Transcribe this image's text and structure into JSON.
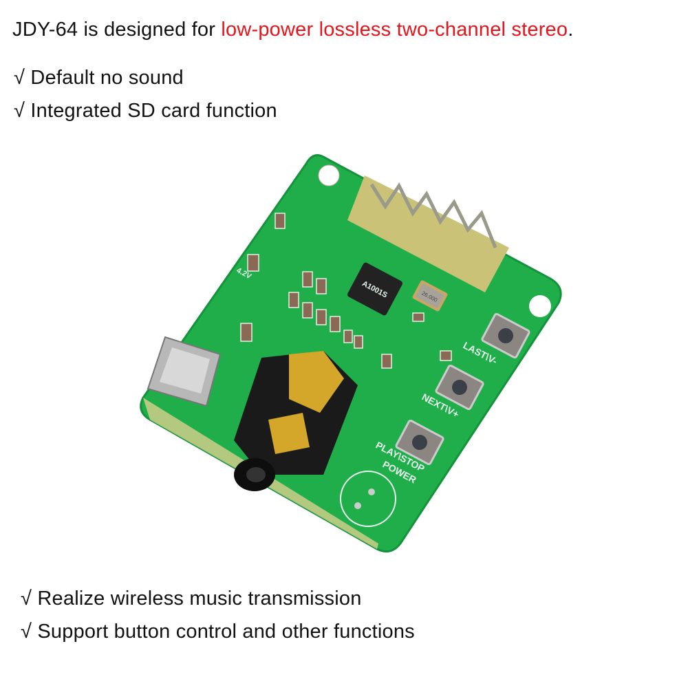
{
  "headline": {
    "prefix": "JDY-64 is designed for ",
    "highlight": "low-power lossless two-channel stereo",
    "suffix": ".",
    "highlight_color": "#e8141b"
  },
  "features_top": [
    {
      "check": "√",
      "text": "Default no sound"
    },
    {
      "check": "√",
      "text": "Integrated SD card function"
    }
  ],
  "features_bottom": [
    {
      "check": "√",
      "text": "Realize wireless music transmission"
    },
    {
      "check": "√",
      "text": "Support button control and other functions"
    }
  ],
  "board": {
    "pcb_color": "#1fae4a",
    "buttons": [
      "LAST\\V-",
      "NEXT\\V+",
      "PLAY\\STOP",
      "POWER"
    ],
    "voltage_label": "4.2V",
    "chip_label": "A1001S",
    "crystal_label": "26.000"
  }
}
